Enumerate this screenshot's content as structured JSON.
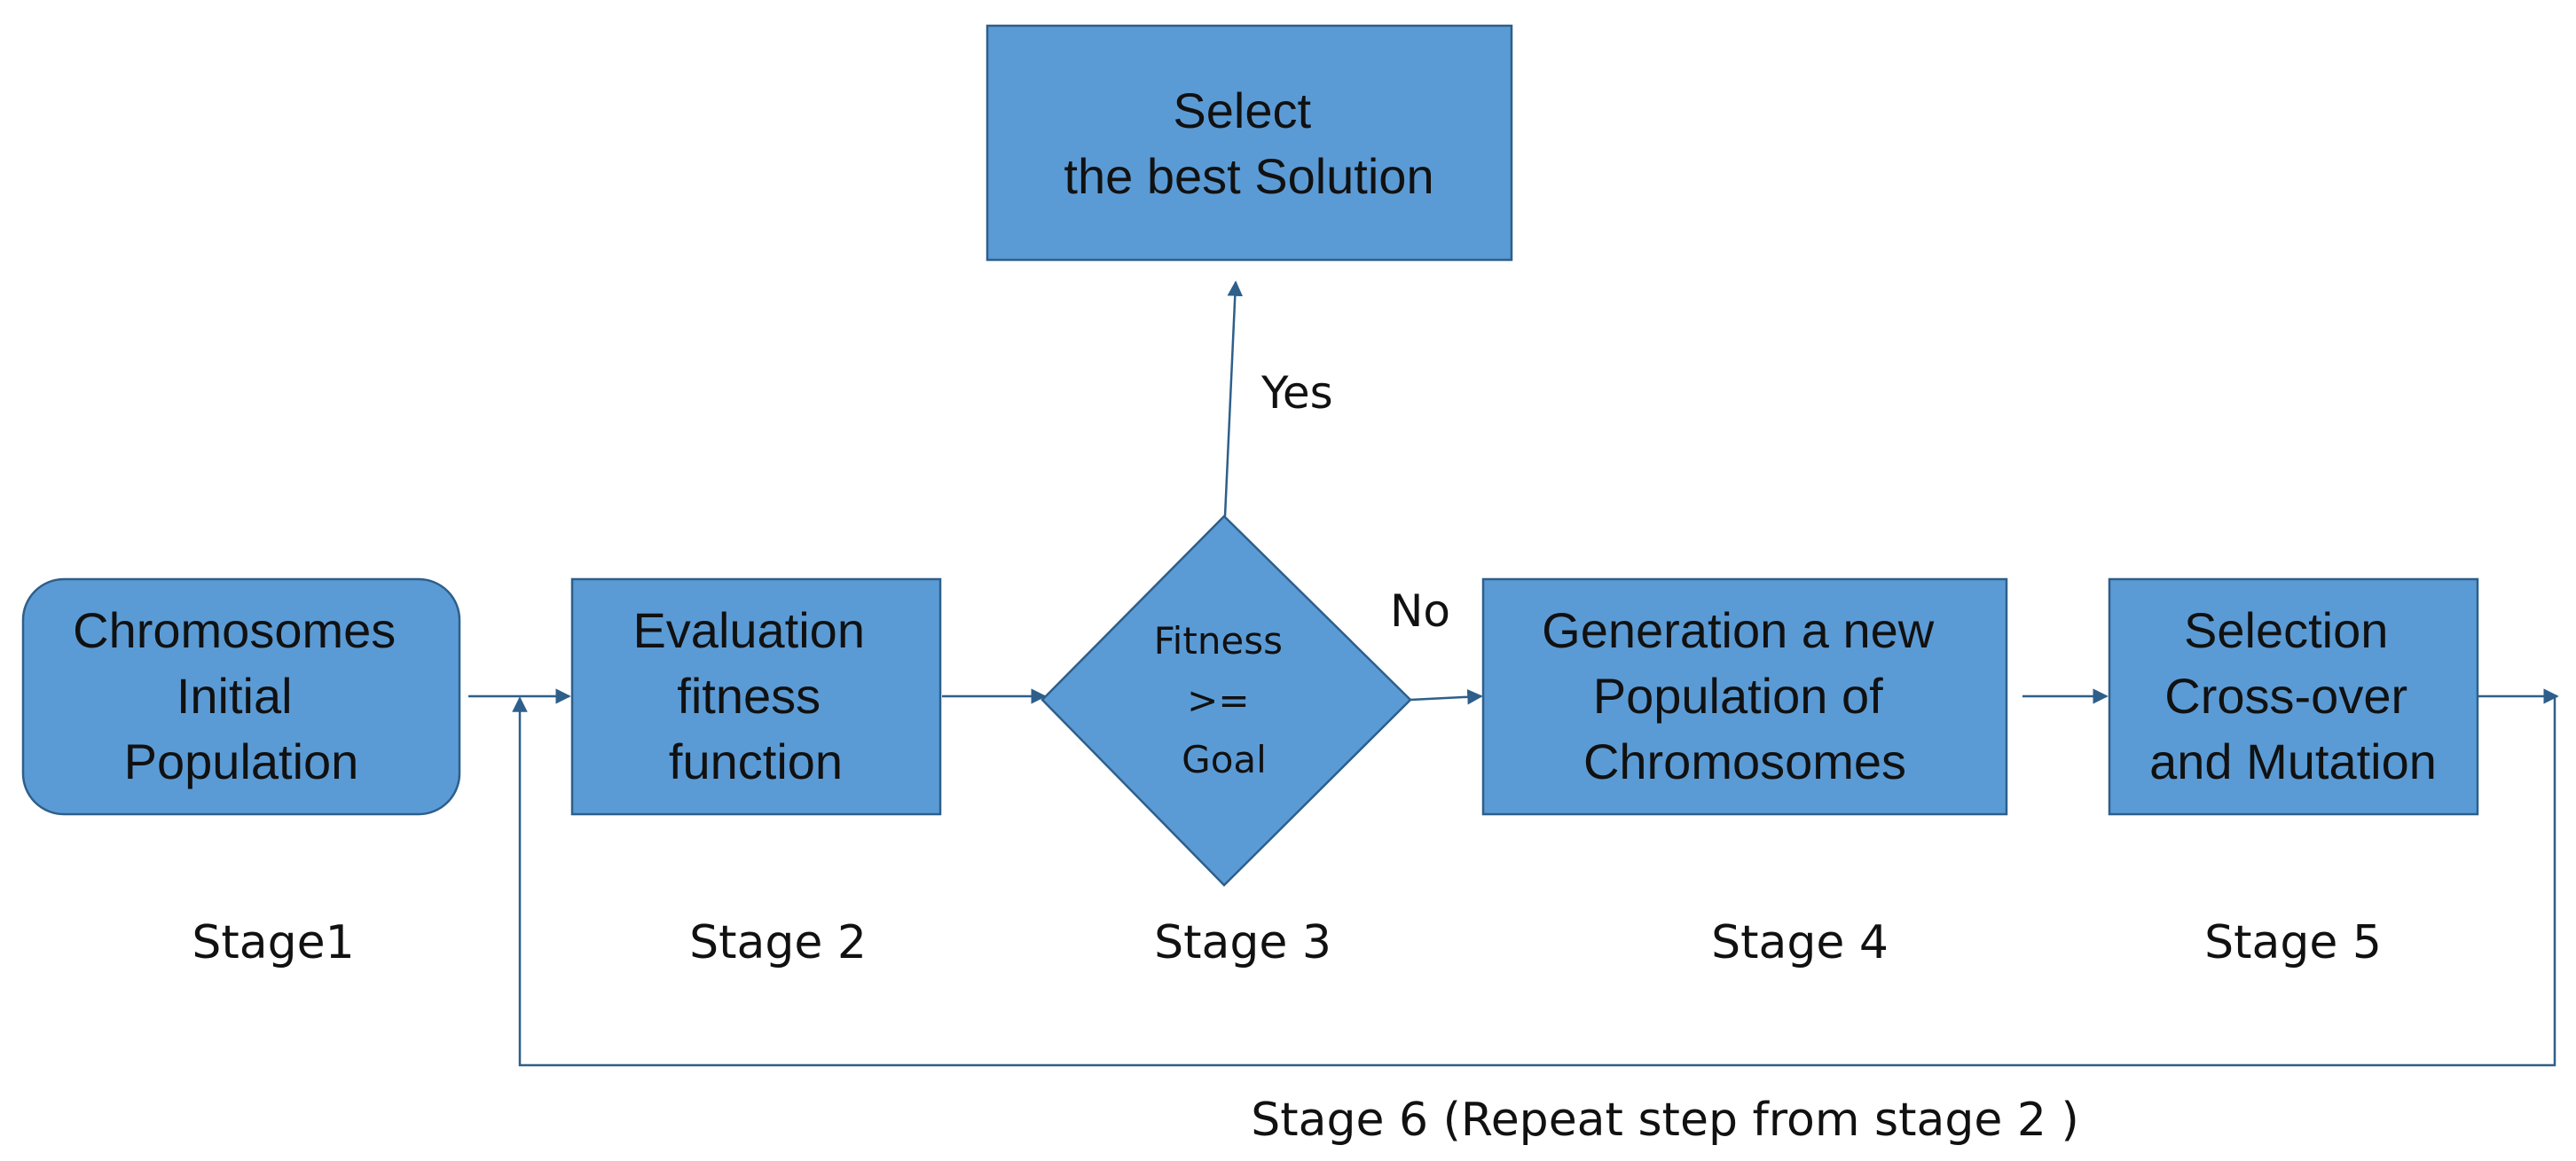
{
  "colors": {
    "box_fill": "#5b9bd5",
    "box_stroke": "#2e5f8a",
    "arrow": "#2e5f8a",
    "text": "#111111",
    "background": "#ffffff"
  },
  "nodes": {
    "initial": {
      "lines": [
        "Chromosomes",
        "Initial",
        "Population"
      ]
    },
    "evaluation": {
      "lines": [
        "Evaluation",
        "fitness",
        "function"
      ]
    },
    "decision": {
      "lines": [
        "Fitness",
        ">=",
        "Goal"
      ]
    },
    "generation": {
      "lines": [
        "Generation a new",
        "Population of",
        "Chromosomes"
      ]
    },
    "selection": {
      "lines": [
        "Selection",
        "Cross-over",
        "and Mutation"
      ]
    },
    "best": {
      "lines": [
        "Select",
        "the best Solution"
      ]
    }
  },
  "edge_labels": {
    "yes": "Yes",
    "no": "No"
  },
  "stages": {
    "s1": "Stage1",
    "s2": "Stage 2",
    "s3": "Stage 3",
    "s4": "Stage 4",
    "s5": "Stage 5",
    "s6": "Stage 6 (Repeat step from stage 2 )"
  }
}
